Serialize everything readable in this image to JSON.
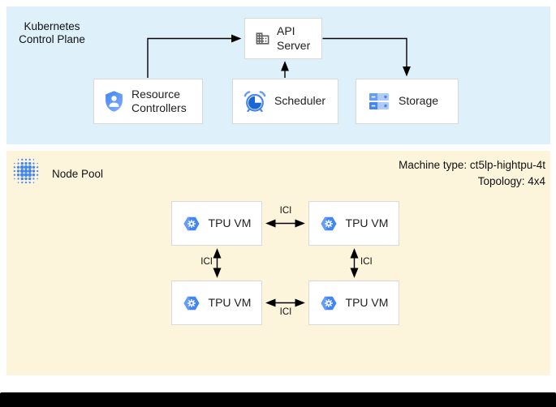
{
  "control_plane": {
    "title_line1": "Kubernetes",
    "title_line2": "Control Plane",
    "api_server": {
      "label": "API Server"
    },
    "resource_controllers": {
      "label": "Resource Controllers"
    },
    "scheduler": {
      "label": "Scheduler"
    },
    "storage": {
      "label": "Storage"
    }
  },
  "node_pool": {
    "title": "Node Pool",
    "machine_type": "Machine type: ct5lp-hightpu-4t",
    "topology": "Topology: 4x4",
    "vms": [
      {
        "label": "TPU VM"
      },
      {
        "label": "TPU VM"
      },
      {
        "label": "TPU VM"
      },
      {
        "label": "TPU VM"
      }
    ],
    "links": [
      {
        "label": "ICI"
      },
      {
        "label": "ICI"
      },
      {
        "label": "ICI"
      },
      {
        "label": "ICI"
      }
    ]
  },
  "icons": {
    "api_server": "building-icon",
    "resource_controllers": "shield-user-icon",
    "scheduler": "alarm-clock-icon",
    "storage": "storage-stack-icon",
    "node_pool": "dot-cluster-icon",
    "tpu_vm": "gke-hexagon-gear-icon"
  },
  "colors": {
    "control_plane_bg": "#DEF1FB",
    "node_pool_bg": "#FCF4DB",
    "box_border": "#D8D9DA",
    "arrow": "#000000",
    "google_blue": "#4285F4",
    "google_blue_light": "#669DF6",
    "google_blue_pale": "#AECBFA",
    "scheduler_dark_blue": "#1967D2",
    "icon_gray": "#616161"
  }
}
